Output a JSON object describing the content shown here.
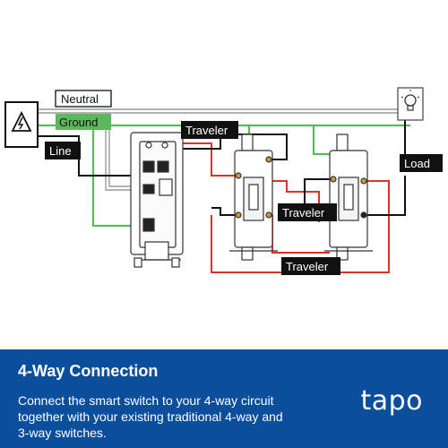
{
  "labels": {
    "neutral": "Neutral",
    "ground": "Ground",
    "line": "Line",
    "traveler_top": "Traveler",
    "traveler_mid": "Traveler",
    "traveler_bottom": "Traveler",
    "load": "Load"
  },
  "banner": {
    "title": "4-Way Connection",
    "line1": "Connect the smart switch to your 4-way circuit",
    "line2": "together with your existing traditional 4-way and",
    "line3": "3-way switches.",
    "brand": "tapo"
  },
  "colors": {
    "banner_bg": "#0b4f9c",
    "ground_green": "#5cb85c",
    "traveler_red": "#d9342b",
    "wire_black": "#111111",
    "neutral_gray": "#9a9a9a"
  },
  "icons": {
    "power_source": "warning-electric-icon",
    "lamp": "lightbulb-icon"
  }
}
